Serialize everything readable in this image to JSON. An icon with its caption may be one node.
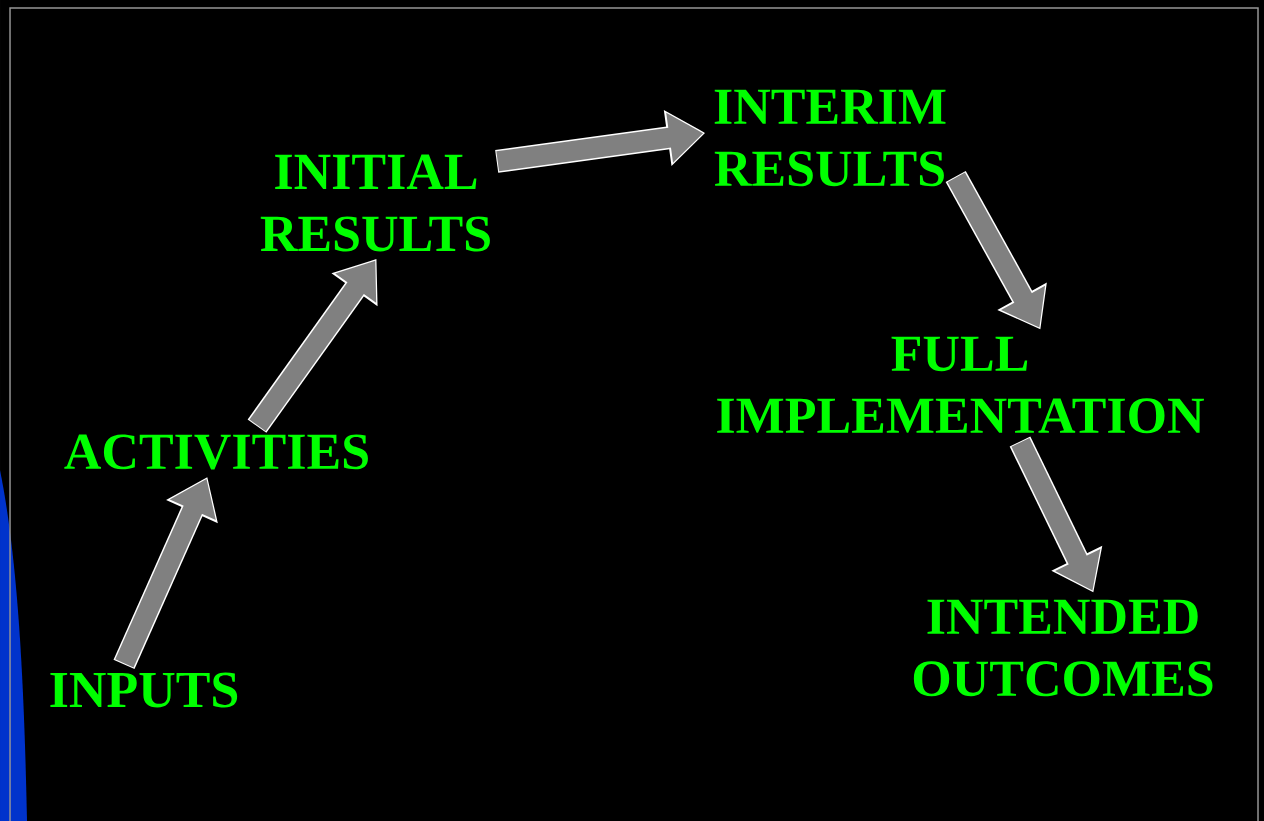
{
  "diagram": {
    "nodes": [
      {
        "text": [
          "INPUTS"
        ]
      },
      {
        "text": [
          "ACTIVITIES"
        ]
      },
      {
        "text": [
          "INITIAL RESULTS"
        ]
      },
      {
        "text": [
          "INTERIM RESULTS"
        ]
      },
      {
        "text": [
          "FULL IMPLEMENTATION"
        ]
      },
      {
        "text": [
          "INTENDED OUTCOMES"
        ]
      }
    ],
    "edges": [
      {
        "from": 0,
        "to": 1,
        "arrow": "to"
      },
      {
        "from": 1,
        "to": 2,
        "arrow": "to"
      },
      {
        "from": 2,
        "to": 3,
        "arrow": "to"
      },
      {
        "from": 3,
        "to": 4,
        "arrow": "to"
      },
      {
        "from": 4,
        "to": 5,
        "arrow": "to"
      }
    ]
  }
}
